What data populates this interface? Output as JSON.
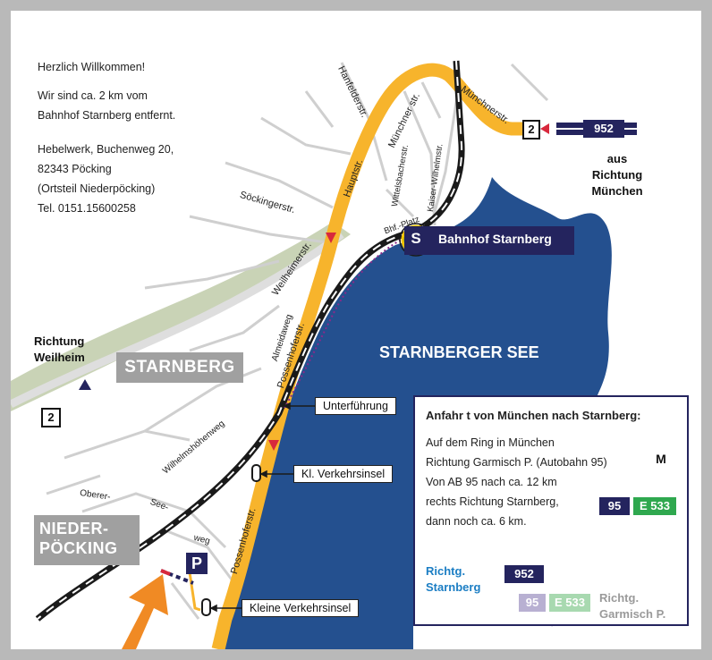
{
  "intro": {
    "greeting": "Herzlich Willkommen!",
    "distance_line1": "Wir sind ca. 2 km vom",
    "distance_line2": "Bahnhof Starnberg entfernt.",
    "address_line1": "Hebelwerk, Buchenweg 20,",
    "address_line2": "82343 Pöcking",
    "address_line3": "(Ortsteil Niederpöcking)",
    "phone": "Tel. 0151.15600258"
  },
  "places": {
    "starnberg": "STARNBERG",
    "nieder_line1": "NIEDER-",
    "nieder_line2": "PÖCKING",
    "lake": "STARNBERGER SEE",
    "station": "Bahnhof Starnberg",
    "station_badge": "S",
    "parking": "P"
  },
  "directions": {
    "weilheim_line1": "Richtung",
    "weilheim_line2": "Weilheim",
    "muenchen_line1": "aus",
    "muenchen_line2": "Richtung",
    "muenchen_line3": "München"
  },
  "shields": {
    "road2_left": "2",
    "road2_right": "2",
    "a952_top": "952"
  },
  "streets": {
    "hanfelder": "Hanfelderstr.",
    "muenchner_upper": "Münchner str.",
    "muenchner_right": "Münchnerstr.",
    "haupt": "Hauptstr.",
    "soecking": "Söckingerstr.",
    "wittelsbacher": "Wittelsbacherstr.",
    "kaiser": "Kaiser-Wilhelmstr.",
    "bhf": "Bhf.-Platz",
    "weilheimer": "Weilheimerstr.",
    "almeida": "Almeidaweg",
    "possenhofer_upper": "Possenhoferstr.",
    "possenhofer_lower": "Possenhoferstr.",
    "wilhelmshoehen": "Wilhelmshöhenweg",
    "oberer": "Oberer-",
    "see": "See-",
    "weg": "weg"
  },
  "callouts": {
    "unterfuehrung": "Unterführung",
    "kl_verkehrsinsel": "Kl. Verkehrsinsel",
    "kleine_verkehrsinsel": "Kleine Verkehrsinsel"
  },
  "legend": {
    "title": "Anfahr t von München nach Starnberg:",
    "line1": "Auf dem Ring in München",
    "line2": "Richtung Garmisch P. (Autobahn 95)",
    "line3": "Von AB 95 nach ca. 12 km",
    "line4": "rechts Richtung Starnberg,",
    "line5": "dann noch ca. 6 km.",
    "m_badge": "M",
    "a95": "95",
    "e533": "E 533",
    "a952": "952",
    "richtg_starnberg_1": "Richtg.",
    "richtg_starnberg_2": "Starnberg",
    "faded_95": "95",
    "faded_e533": "E 533",
    "richtg_garmisch_1": "Richtg.",
    "richtg_garmisch_2": "Garmisch P."
  },
  "colors": {
    "lake": "#24508f",
    "route": "#f7b42c",
    "green_land": "#c9d3b6",
    "rail": "#1a1a1a",
    "shield_navy": "#24245e",
    "shield_green": "#2fa84f",
    "arrow_orange": "#f08a24",
    "s_bahn_green": "#4a9a2c",
    "blue_text": "#1c7ec4"
  }
}
